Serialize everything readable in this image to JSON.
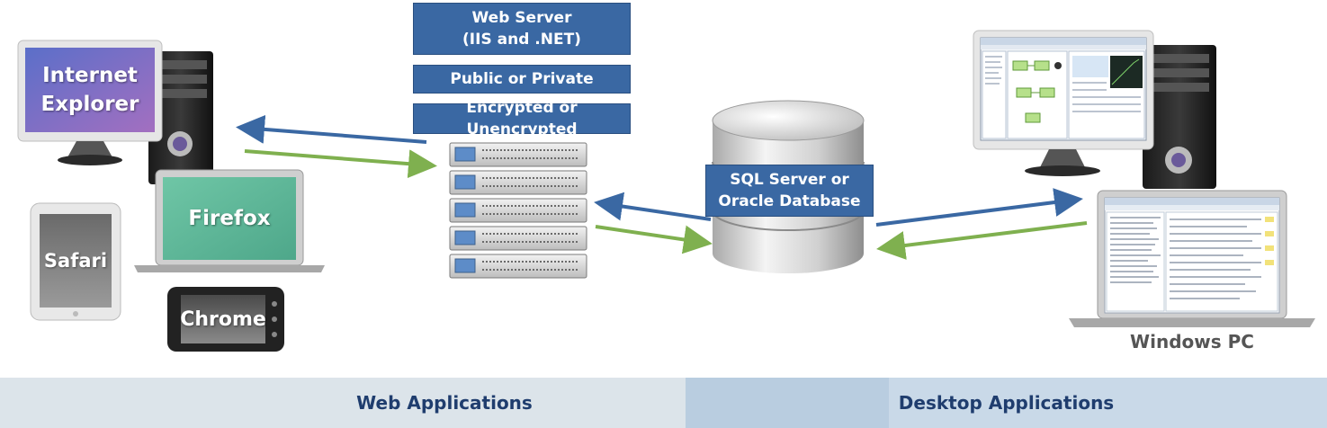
{
  "server": {
    "title_line1": "Web Server",
    "title_line2": "(IIS and .NET)",
    "network": "Public or Private",
    "encryption": "Encrypted or Unencrypted"
  },
  "database": {
    "line1": "SQL Server or",
    "line2": "Oracle Database"
  },
  "clients": {
    "ie_line1": "Internet",
    "ie_line2": "Explorer",
    "firefox": "Firefox",
    "safari": "Safari",
    "chrome": "Chrome",
    "desktop": "Windows PC"
  },
  "footer": {
    "web": "Web Applications",
    "desktop": "Desktop Applications"
  },
  "colors": {
    "box_blue": "#3a68a3",
    "arrow_blue": "#3a68a3",
    "arrow_green": "#7fb04f",
    "band_web": "#dce4ea",
    "band_desktop": "#b9cde0",
    "band_desktop_inner": "#c9d9e8",
    "band_text": "#1f3d6e"
  }
}
